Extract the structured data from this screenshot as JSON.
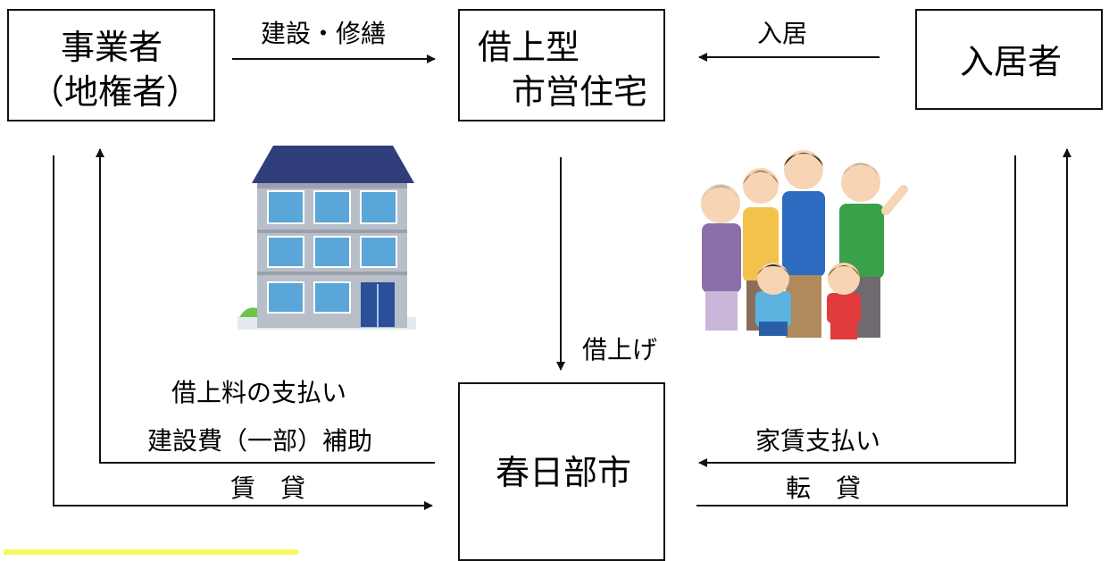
{
  "boxes": {
    "operator": {
      "line1": "事業者",
      "line2": "（地権者）"
    },
    "housing": {
      "line1": "借上型",
      "line2": "市営住宅"
    },
    "resident": {
      "label": "入居者"
    },
    "city": {
      "label": "春日部市"
    }
  },
  "labels": {
    "construction": "建設・修繕",
    "move_in": "入居",
    "lease_up": "借上げ",
    "payment1": "借上料の支払い",
    "payment2": "建設費（一部）補助",
    "lease": "賃　貸",
    "rent_payment": "家賃支払い",
    "sublease": "転　貸"
  },
  "colors": {
    "roof": "#2f3d7a",
    "wall": "#b9bfc9",
    "window": "#5aa6d8",
    "door": "#2c4f9a",
    "bush": "#6fc24a",
    "highlight": "#f7f760"
  },
  "icons": [
    "apartment-building-illustration",
    "family-illustration"
  ]
}
